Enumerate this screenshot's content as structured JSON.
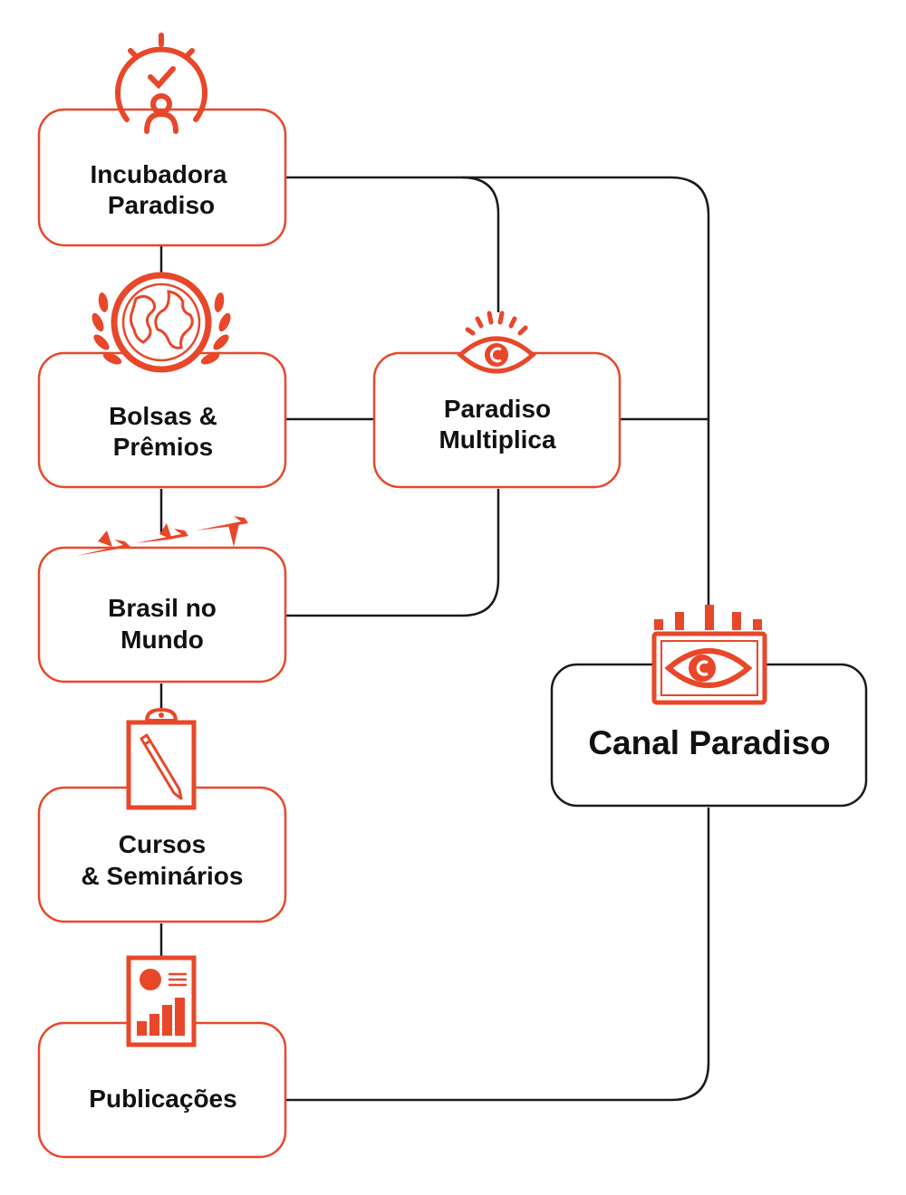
{
  "colors": {
    "accent": "#e8472a",
    "connector": "#1a1a1a",
    "text": "#111111",
    "background": "#ffffff"
  },
  "nodes": {
    "incubadora": {
      "line1": "Incubadora",
      "line2": "Paradiso",
      "icon": "stopwatch-person-icon"
    },
    "bolsas": {
      "line1": "Bolsas &",
      "line2": "Prêmios",
      "icon": "globe-laurel-icon"
    },
    "brasil": {
      "line1": "Brasil no",
      "line2": "Mundo",
      "icon": "flying-birds-icon"
    },
    "cursos": {
      "line1": "Cursos",
      "line2": "& Seminários",
      "icon": "clipboard-pen-icon"
    },
    "publicacoes": {
      "label": "Publicações",
      "icon": "report-chart-icon"
    },
    "multiplica": {
      "line1": "Paradiso",
      "line2": "Multiplica",
      "icon": "eye-logo-icon"
    },
    "canal": {
      "label": "Canal Paradiso",
      "icon": "tv-eye-icon"
    }
  }
}
